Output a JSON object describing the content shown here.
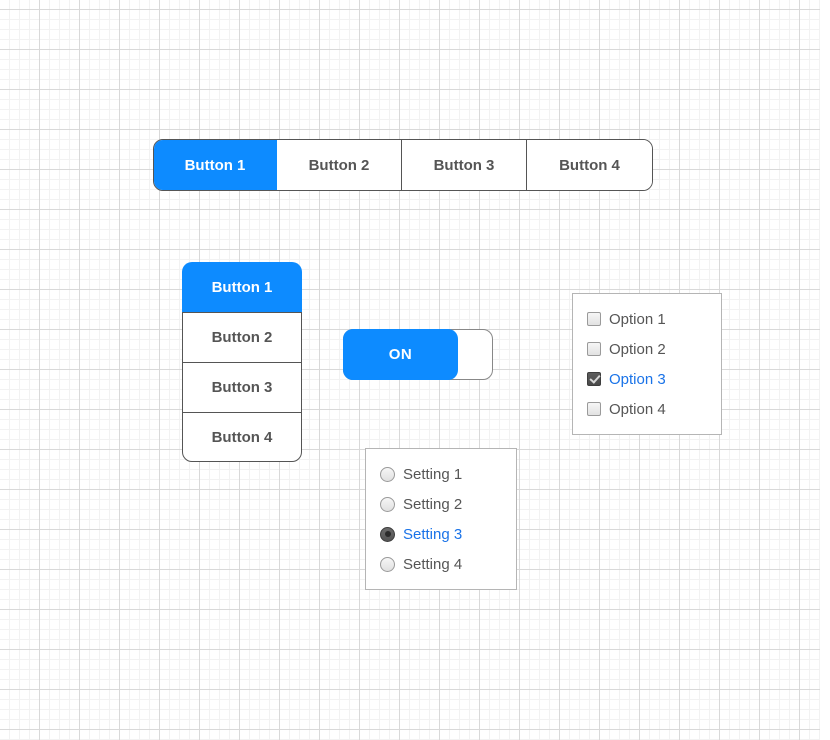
{
  "colors": {
    "accent": "#0d8bff",
    "selected_label": "#1a73e8",
    "label": "#555555",
    "panel_border": "#b5b5b5",
    "grid_major": "#d9d9d9",
    "grid_minor": "#f2f2f2"
  },
  "horizontal_button_group": {
    "buttons": [
      {
        "label": "Button 1",
        "active": true,
        "width": 123
      },
      {
        "label": "Button 2",
        "active": false,
        "width": 125
      },
      {
        "label": "Button 3",
        "active": false,
        "width": 125
      },
      {
        "label": "Button 4",
        "active": false,
        "width": 125
      }
    ]
  },
  "vertical_button_group": {
    "buttons": [
      {
        "label": "Button 1",
        "active": true
      },
      {
        "label": "Button 2",
        "active": false
      },
      {
        "label": "Button 3",
        "active": false
      },
      {
        "label": "Button 4",
        "active": false
      }
    ]
  },
  "toggle_switch": {
    "state_label": "ON",
    "checked": true
  },
  "checkbox_panel": {
    "options": [
      {
        "label": "Option 1",
        "checked": false
      },
      {
        "label": "Option 2",
        "checked": false
      },
      {
        "label": "Option 3",
        "checked": true
      },
      {
        "label": "Option 4",
        "checked": false
      }
    ]
  },
  "radio_panel": {
    "options": [
      {
        "label": "Setting 1",
        "checked": false
      },
      {
        "label": "Setting 2",
        "checked": false
      },
      {
        "label": "Setting 3",
        "checked": true
      },
      {
        "label": "Setting 4",
        "checked": false
      }
    ]
  }
}
